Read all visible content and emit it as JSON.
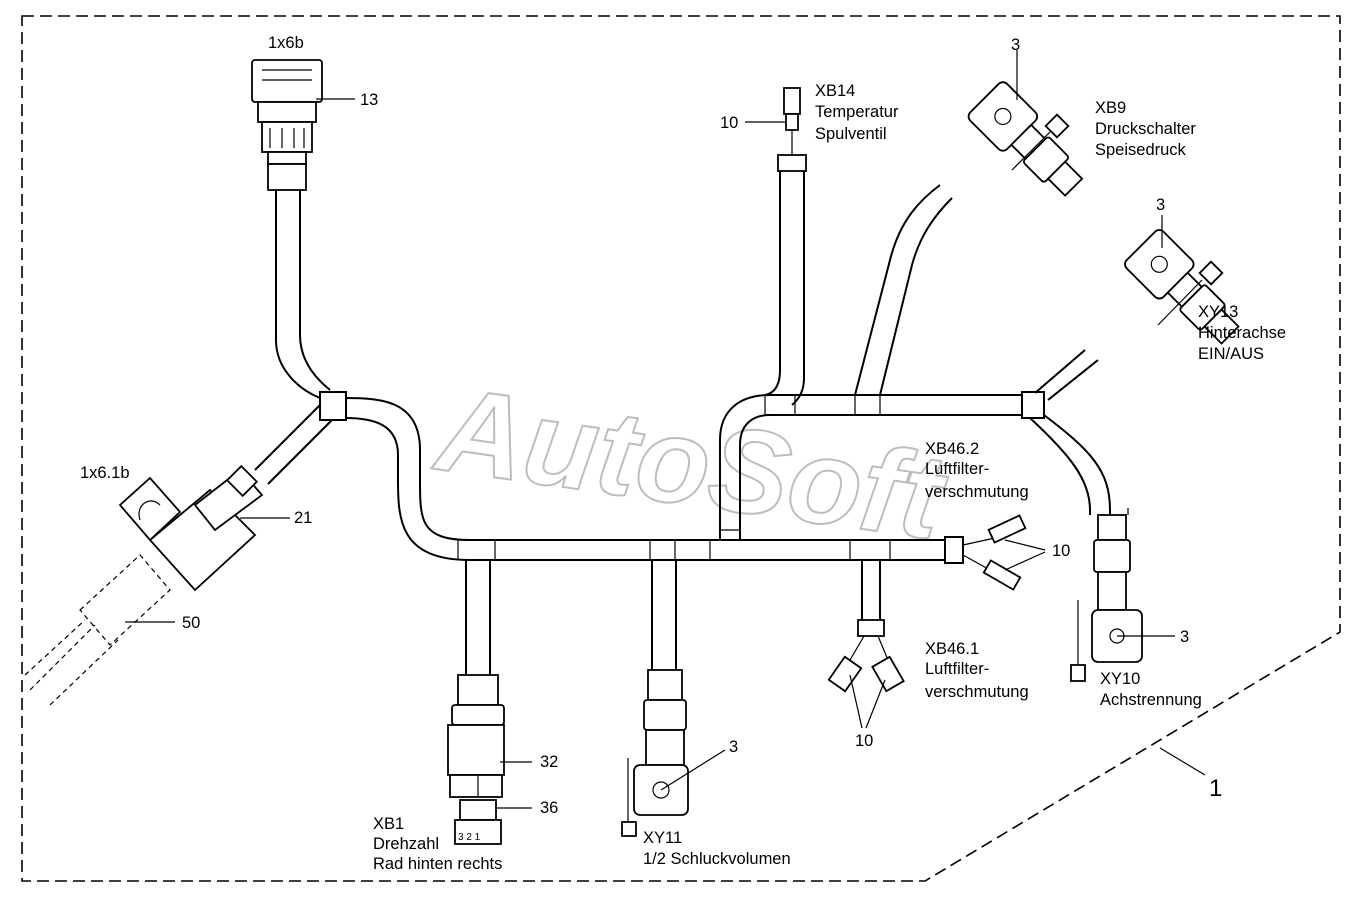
{
  "watermark": "AutoSoft",
  "connectors": {
    "c1x6b": "1x6b",
    "c1x61b": "1x6.1b"
  },
  "sensors": {
    "xb14": {
      "id": "XB14",
      "line1": "Temperatur",
      "line2": "Spulventil"
    },
    "xb9": {
      "id": "XB9",
      "line1": "Druckschalter",
      "line2": "Speisedruck"
    },
    "xy13": {
      "id": "XY13",
      "line1": "Hinterachse",
      "line2": "EIN/AUS"
    },
    "xb462": {
      "id": "XB46.2",
      "line1": "Luftfilter-",
      "line2": "verschmutung"
    },
    "xb461": {
      "id": "XB46.1",
      "line1": "Luftfilter-",
      "line2": "verschmutung"
    },
    "xy10": {
      "id": "XY10",
      "line1": "Achstrennung"
    },
    "xy11": {
      "id": "XY11",
      "line1": "1/2 Schluckvolumen"
    },
    "xb1": {
      "id": "XB1",
      "line1": "Drehzahl",
      "line2": "Rad hinten rechts"
    }
  },
  "callouts": {
    "p13": "13",
    "p21": "21",
    "p50": "50",
    "p32": "32",
    "p36": "36",
    "p3_xb9": "3",
    "p3_xy13": "3",
    "p3_xy10": "3",
    "p3_xy11": "3",
    "p10_xb14": "10",
    "p10_xb462": "10",
    "p10_xb461": "10",
    "p1": "1"
  },
  "pin_label": "3 2 1"
}
